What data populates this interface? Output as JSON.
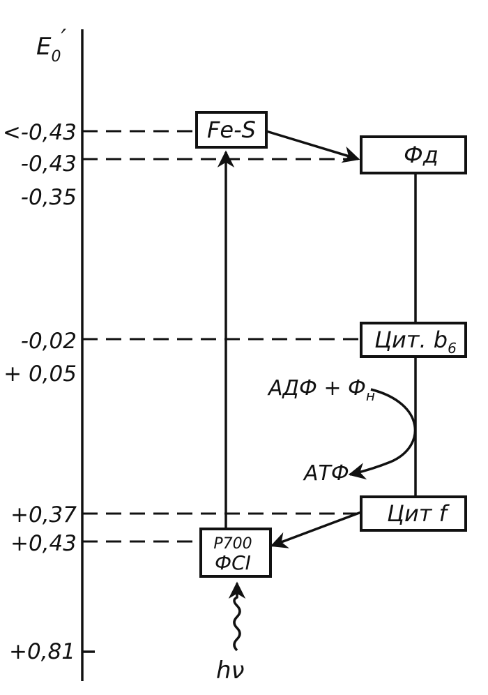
{
  "axis": {
    "title_main": "E",
    "title_sub": "0",
    "title_prime": "′"
  },
  "levels": [
    {
      "label": "<-0,43"
    },
    {
      "label": "-0,43"
    },
    {
      "label": "-0,35"
    },
    {
      "label": "-0,02"
    },
    {
      "label": "+ 0,05"
    },
    {
      "label": "+0,37"
    },
    {
      "label": "+0,43"
    },
    {
      "label": "+0,81"
    }
  ],
  "boxes": {
    "fe_s": "Fe-S",
    "fd": "Фд",
    "cyt_b6_main": "Цит. b",
    "cyt_b6_sub": "6",
    "cyt_f": "Цит f",
    "p700": "P700",
    "ps1": "ФСI"
  },
  "labels": {
    "adp_pi_main": "АДФ + Ф",
    "adp_pi_sub": "н",
    "atp": "АТФ",
    "hv": "hν"
  },
  "colors": {
    "ink": "#111111",
    "paper": "#ffffff"
  }
}
